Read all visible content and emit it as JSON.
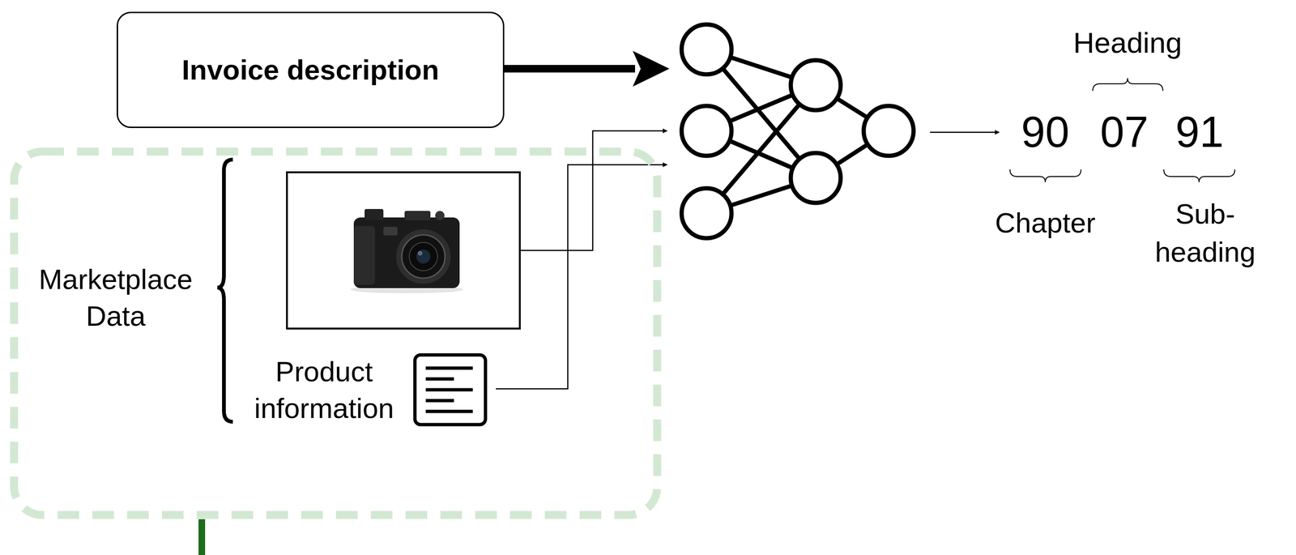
{
  "diagram": {
    "nodes": [
      {
        "text": [
          "Invoice description"
        ]
      },
      {
        "text": [
          "Marketplace Data"
        ]
      }
    ],
    "labels": [
      "Product information",
      "Heading",
      "90",
      "07",
      "91",
      "Chapter",
      "Sub- heading"
    ]
  }
}
